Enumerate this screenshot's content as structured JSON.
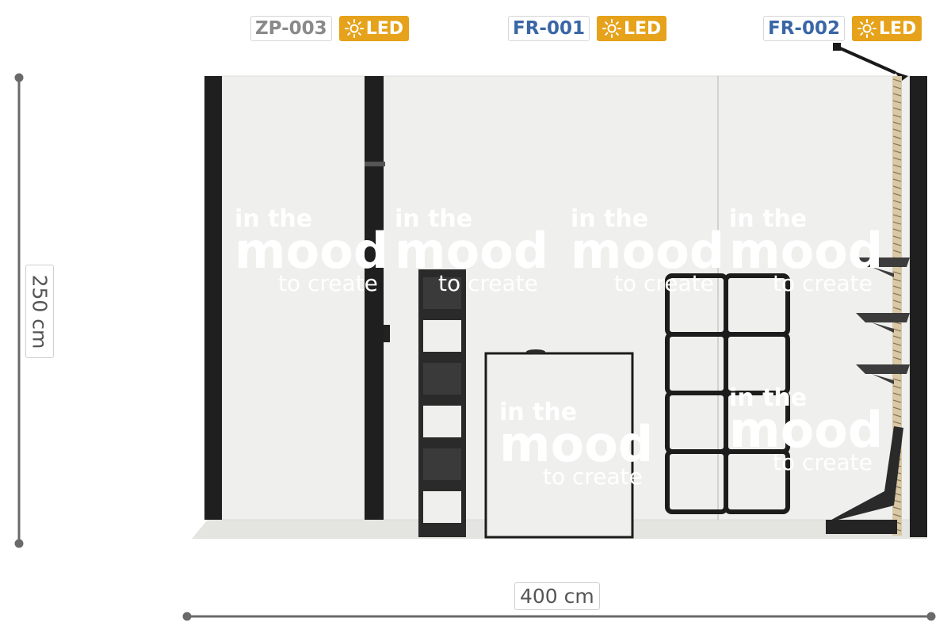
{
  "labels": [
    {
      "code": "ZP-003",
      "code_color": "#888888",
      "led": "LED"
    },
    {
      "code": "FR-001",
      "code_color": "#3a66a6",
      "led": "LED"
    },
    {
      "code": "FR-002",
      "code_color": "#3a66a6",
      "led": "LED"
    }
  ],
  "dimensions": {
    "height": "250 cm",
    "width": "400 cm"
  },
  "watermark": {
    "line1": "in the",
    "line2": "mood",
    "line3": "to create"
  },
  "colors": {
    "led_badge": "#e6a21a",
    "dimension_line": "#6a6a6a",
    "frame": "#1a1a1a",
    "wall": "#f0f0ee"
  },
  "icons": [
    "sun-icon"
  ]
}
